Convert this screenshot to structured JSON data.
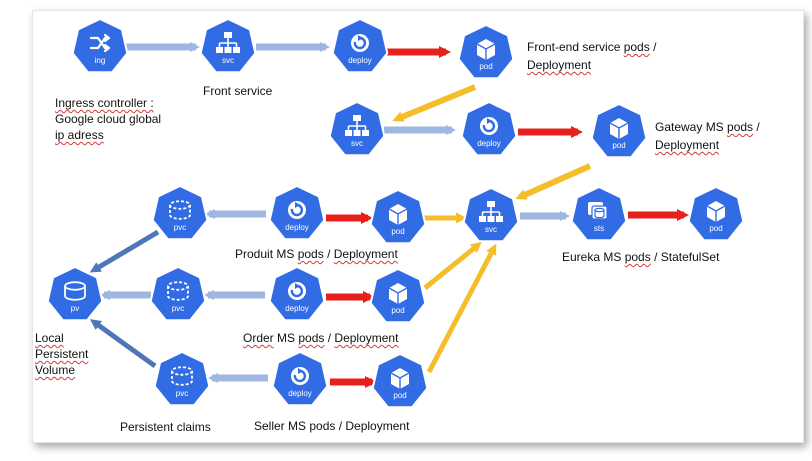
{
  "colors": {
    "node_fill": "#326ce5",
    "node_stroke": "#ffffff",
    "arrow_svc": "#9fb6e0",
    "arrow_deploy": "#e8201c",
    "arrow_pod_svc": "#f4be2b",
    "arrow_pvc": "#4f77b8"
  },
  "nodes": {
    "ing": {
      "label": "ing",
      "icon": "shuffle-arrows-icon"
    },
    "front_svc": {
      "label": "svc",
      "icon": "network-tree-icon"
    },
    "front_deploy": {
      "label": "deploy",
      "icon": "circular-arrow-icon"
    },
    "front_pod": {
      "label": "pod",
      "icon": "cube-icon"
    },
    "gw_svc": {
      "label": "svc",
      "icon": "network-tree-icon"
    },
    "gw_deploy": {
      "label": "deploy",
      "icon": "circular-arrow-icon"
    },
    "gw_pod": {
      "label": "pod",
      "icon": "cube-icon"
    },
    "central_svc": {
      "label": "svc",
      "icon": "network-tree-icon"
    },
    "sts": {
      "label": "sts",
      "icon": "database-stack-icon"
    },
    "eureka_pod": {
      "label": "pod",
      "icon": "cube-icon"
    },
    "pvc1": {
      "label": "pvc",
      "icon": "disk-icon"
    },
    "prod_deploy": {
      "label": "deploy",
      "icon": "circular-arrow-icon"
    },
    "prod_pod": {
      "label": "pod",
      "icon": "cube-icon"
    },
    "pvc2": {
      "label": "pvc",
      "icon": "disk-icon"
    },
    "order_deploy": {
      "label": "deploy",
      "icon": "circular-arrow-icon"
    },
    "order_pod": {
      "label": "pod",
      "icon": "cube-icon"
    },
    "pv": {
      "label": "pv",
      "icon": "disk-icon"
    },
    "pvc3": {
      "label": "pvc",
      "icon": "disk-icon"
    },
    "seller_deploy": {
      "label": "deploy",
      "icon": "circular-arrow-icon"
    },
    "seller_pod": {
      "label": "pod",
      "icon": "cube-icon"
    }
  },
  "labels": {
    "ingress": [
      "Ingress controller :",
      "Google cloud global",
      "ip adress"
    ],
    "front_service": "Front service",
    "frontend": [
      "Front-end service ",
      "pods",
      " /",
      "Deployment"
    ],
    "gateway": [
      "Gateway  MS ",
      "pods",
      " /",
      "Deployment"
    ],
    "produit": [
      "Produit MS ",
      "pods",
      " / ",
      "Deployment"
    ],
    "order": [
      "Order",
      "  MS ",
      "pods",
      " / ",
      "Deployment"
    ],
    "seller": "Seller MS pods / Deployment",
    "eureka": [
      "Eureka MS ",
      "pods",
      " / StatefulSet"
    ],
    "local_pv": [
      "Local",
      "Persistent",
      "Volume"
    ],
    "persistent_claims": "Persistent claims"
  }
}
